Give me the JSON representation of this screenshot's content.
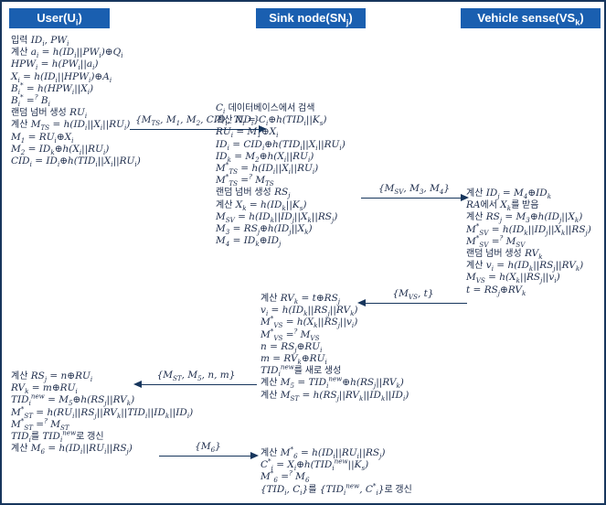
{
  "diagram": {
    "type": "authentication-protocol-message-flow",
    "colors": {
      "header_bg": "#1A5FB0",
      "header_text": "#FFFFFF",
      "body_text": "#1C2B4A",
      "border": "#17365D",
      "arrow": "#17365D"
    }
  },
  "participants": [
    {
      "label": "User(U_{i})"
    },
    {
      "label": "Sink node(SN_{j})"
    },
    {
      "label": "Vehicle sense(VS_{k})"
    }
  ],
  "blocks": {
    "user_login": {
      "lines": [
        "입력 ID_{i}, PW_{i}",
        "계산 a_{i} = h(ID_{i}||PW_{i})⊕Q_{i}",
        "HPW_{i} = h(PW_{i}||a_{i})",
        "X_{i} = h(ID_{i}||HPW_{i})⊕A_{i}",
        "B_{i}^{*} = h(HPW_{i}||X_{i})",
        "B_{i}^{*} =^{?} B_{i}",
        "랜덤 넘버 생성 RU_{i}",
        "계산 M_{TS} = h(ID_{i}||X_{i}||RU_{i})",
        "M_{1} = RU_{i}⊕X_{i}",
        "M_{2} = ID_{k}⊕h(X_{i}||RU_{i})",
        "CID_{i} = ID_{i}⊕h(TID_{i}||X_{i}||RU_{i})"
      ]
    },
    "sink_verify_user": {
      "lines": [
        "C_{i} 데이터베이스에서 검색",
        "계산 X_{i} = C_{i}⊕h(TID_{i}||K_{s})",
        "RU_{i} = M_{1}⊕X_{i}",
        "ID_{i} = CID_{i}⊕h(TID_{i}||X_{i}||RU_{i})",
        "ID_{k} = M_{2}⊕h(X_{i}||RU_{i})",
        "M^{*}_{TS} = h(ID_{i}||X_{i}||RU_{i})",
        "M^{*}_{TS} =^{?} M_{TS}",
        "랜덤 넘버 생성 RS_{j}",
        "계산 X_{k} = h(ID_{k}||K_{s})",
        "M_{SV} = h(ID_{k}||ID_{j}||X_{k}||RS_{j})",
        "M_{3} = RS_{j}⊕h(ID_{j}||X_{k})",
        "M_{4} = ID_{k}⊕ID_{j}"
      ]
    },
    "vehicle_verify": {
      "lines": [
        "계산 ID_{j} = M_{4}⊕ID_{k}",
        "RA에서 X_{k}를 받음",
        "계산 RS_{j} = M_{3}⊕h(ID_{j}||X_{k})",
        "M^{*}_{SV} = h(ID_{k}||ID_{j}||X_{k}||RS_{j})",
        "M^{*}_{SV} =^{?} M_{SV}",
        "랜덤 넘버 생성 RV_{k}",
        "계산 v_{i} = h(ID_{k}||RS_{j}||RV_{k})",
        "M_{VS} = h(X_{k}||RS_{j}||v_{i})",
        "t = RS_{j}⊕RV_{k}"
      ]
    },
    "sink_verify_vehicle": {
      "lines": [
        "계산 RV_{k} = t⊕RS_{j}",
        "v_{i} = h(ID_{k}||RS_{j}||RV_{k})",
        "M^{*}_{VS} = h(X_{k}||RS_{j}||v_{i})",
        "M^{*}_{VS} =^{?} M_{VS}",
        "n = RS_{j}⊕RU_{i}",
        "m = RV_{k}⊕RU_{i}",
        "TID_{i}^{new}를 새로 생성",
        "계산 M_{5} = TID_{i}^{new}⊕h(RS_{j}||RV_{k})",
        "계산 M_{ST} = h(RS_{j}||RV_{k}||ID_{k}||ID_{i})"
      ]
    },
    "user_verify_sink": {
      "lines": [
        "계산 RS_{j} = n⊕RU_{i}",
        "RV_{k} = m⊕RU_{i}",
        "TID_{i}^{new} = M_{5}⊕h(RS_{j}||RV_{k})",
        "M^{*}_{ST} = h(RU_{i}||RS_{j}||RV_{k}||TID_{i}||ID_{k}||ID_{i})",
        "M^{*}_{ST} =^{?} M_{ST}",
        "TID_{i}를 TID_{i}^{new}로 갱신",
        "계산 M_{6} = h(ID_{i}||RU_{i}||RS_{j})"
      ]
    },
    "sink_update": {
      "lines": [
        "계산 M^{*}_{6} = h(ID_{i}||RU_{i}||RS_{j})",
        "C^{*}_{i} = X_{i}⊕h(TID_{i}^{new}||K_{s})",
        "M^{*}_{6} =^{?} M_{6}",
        "{TID_{i}, C_{i}}를 {TID_{i}^{new}, C^{*}_{i}}로 갱신"
      ]
    }
  },
  "messages": [
    {
      "label": "{M_{TS}, M_{1}, M_{2}, CID_{i}, TID_{i}}",
      "from": "User",
      "to": "Sink node",
      "direction": "right"
    },
    {
      "label": "{M_{SV}, M_{3}, M_{4}}",
      "from": "Sink node",
      "to": "Vehicle sense",
      "direction": "right"
    },
    {
      "label": "{M_{VS}, t}",
      "from": "Vehicle sense",
      "to": "Sink node",
      "direction": "left"
    },
    {
      "label": "{M_{ST}, M_{5}, n, m}",
      "from": "Sink node",
      "to": "User",
      "direction": "left"
    },
    {
      "label": "{M_{6}}",
      "from": "User",
      "to": "Sink node",
      "direction": "right"
    }
  ]
}
